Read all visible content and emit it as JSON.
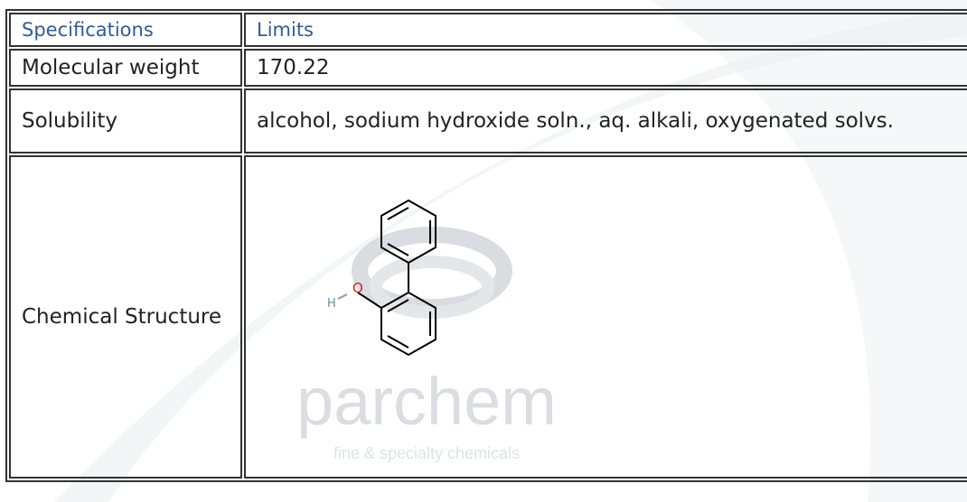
{
  "table": {
    "header": {
      "col1": "Specifications",
      "col2": "Limits"
    },
    "rows": [
      {
        "label": "Molecular weight",
        "value": "170.22"
      },
      {
        "label": "Solubility",
        "value": "alcohol, sodium hydroxide soln., aq. alkali, oxygenated solvs."
      },
      {
        "label": "Chemical Structure",
        "value": ""
      }
    ]
  },
  "structure": {
    "atom_h": "H",
    "atom_o": "O"
  },
  "watermark": {
    "brand": "parchem",
    "tagline": "fine & specialty chemicals"
  },
  "colors": {
    "header_text": "#2f5d95",
    "oxygen": "#e0201b",
    "hydrogen": "#6a8a9a",
    "watermark": "#d9dde2"
  }
}
